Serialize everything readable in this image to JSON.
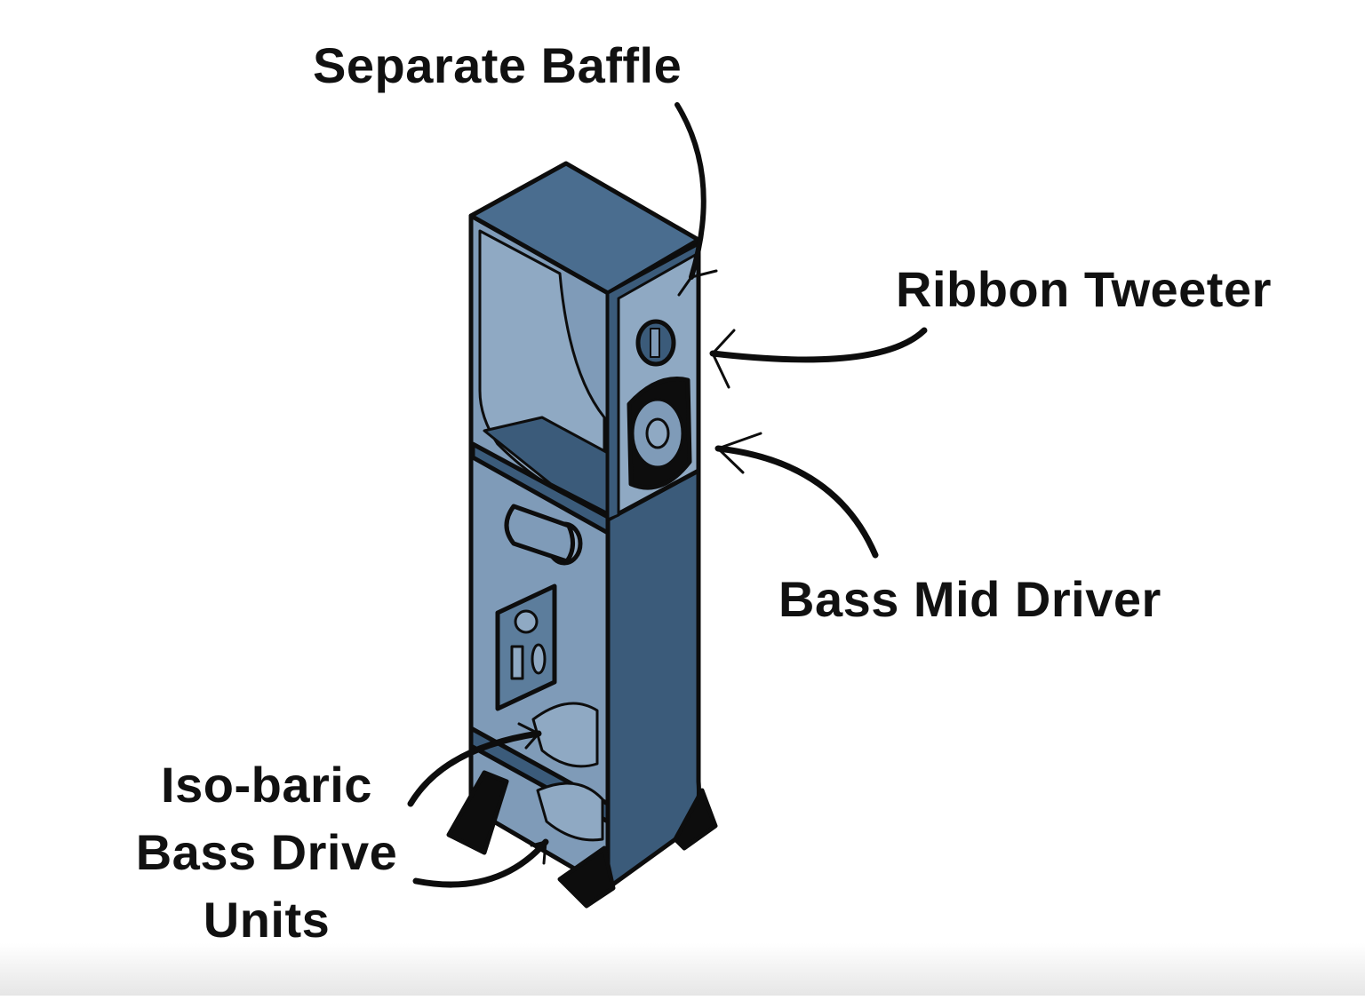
{
  "title": "",
  "labels": {
    "separate_baffle": "Separate Baffle",
    "ribbon_tweeter": "Ribbon Tweeter",
    "bass_mid_driver": "Bass Mid Driver",
    "iso_baric": [
      "Iso-baric",
      "Bass Drive",
      "Units"
    ]
  },
  "colors": {
    "cabinet_dark": "#3b5b7a",
    "cabinet_light": "#7f9bb8",
    "cabinet_top": "#4a6d8f",
    "outline": "#0d0d0d",
    "text": "#111111"
  }
}
